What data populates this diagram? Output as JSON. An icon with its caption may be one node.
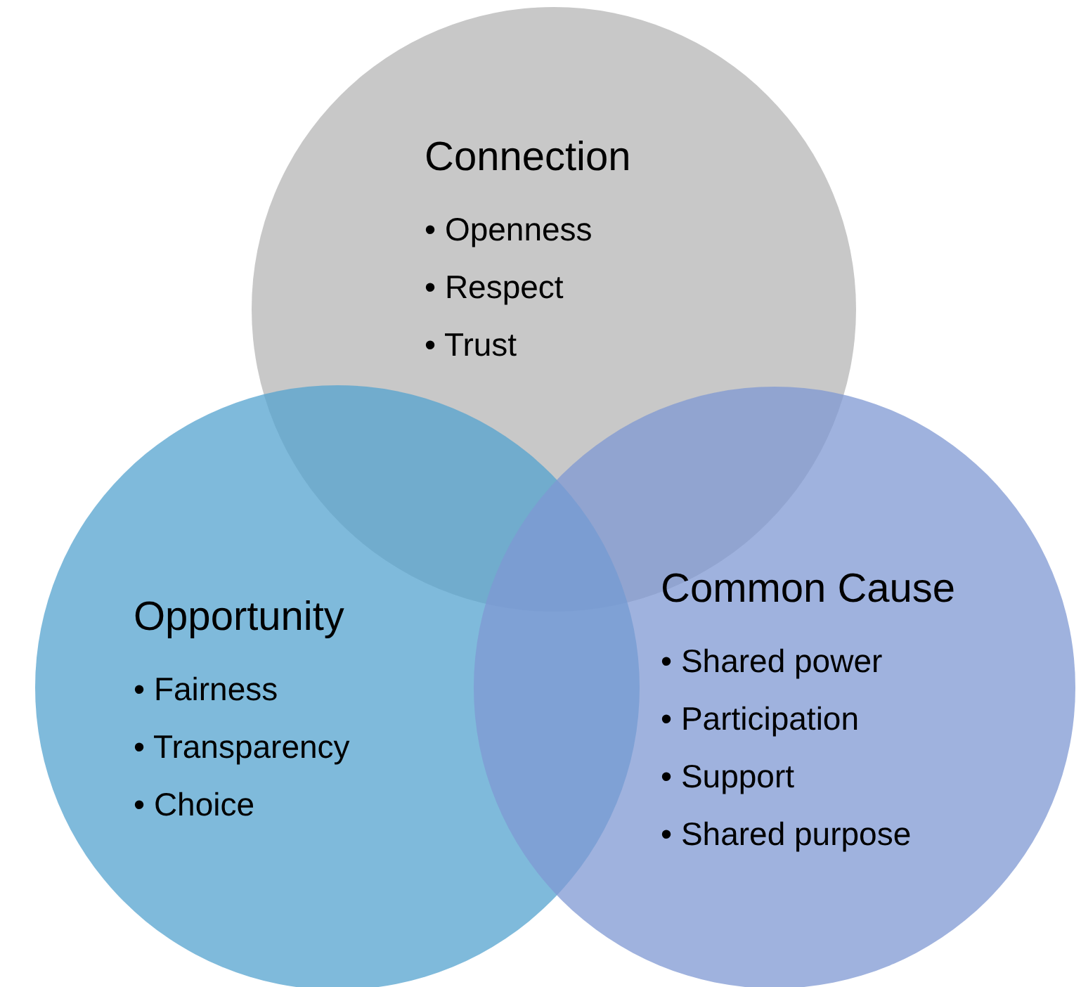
{
  "diagram": {
    "nodes": [
      {
        "text": [
          "Connection",
          "• Openness",
          "• Respect",
          "• Trust"
        ]
      },
      {
        "text": [
          "Opportunity",
          "• Fairness",
          "• Transparency",
          "• Choice"
        ]
      },
      {
        "text": [
          "Common Cause",
          "• Shared power",
          "• Participation",
          "• Support",
          "• Shared purpose"
        ]
      }
    ]
  }
}
